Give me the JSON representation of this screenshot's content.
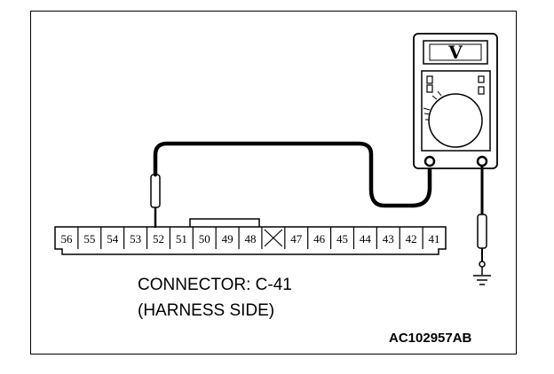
{
  "meter": {
    "display": "V"
  },
  "connector": {
    "pins": [
      "56",
      "55",
      "54",
      "53",
      "52",
      "51",
      "50",
      "49",
      "48",
      "X",
      "47",
      "46",
      "45",
      "44",
      "43",
      "42",
      "41"
    ],
    "probe_pin": "52"
  },
  "caption": {
    "line1": "CONNECTOR: C-41",
    "line2": "(HARNESS SIDE)"
  },
  "figure_id": "AC102957AB",
  "colors": {
    "line": "#000000",
    "background": "#ffffff"
  }
}
